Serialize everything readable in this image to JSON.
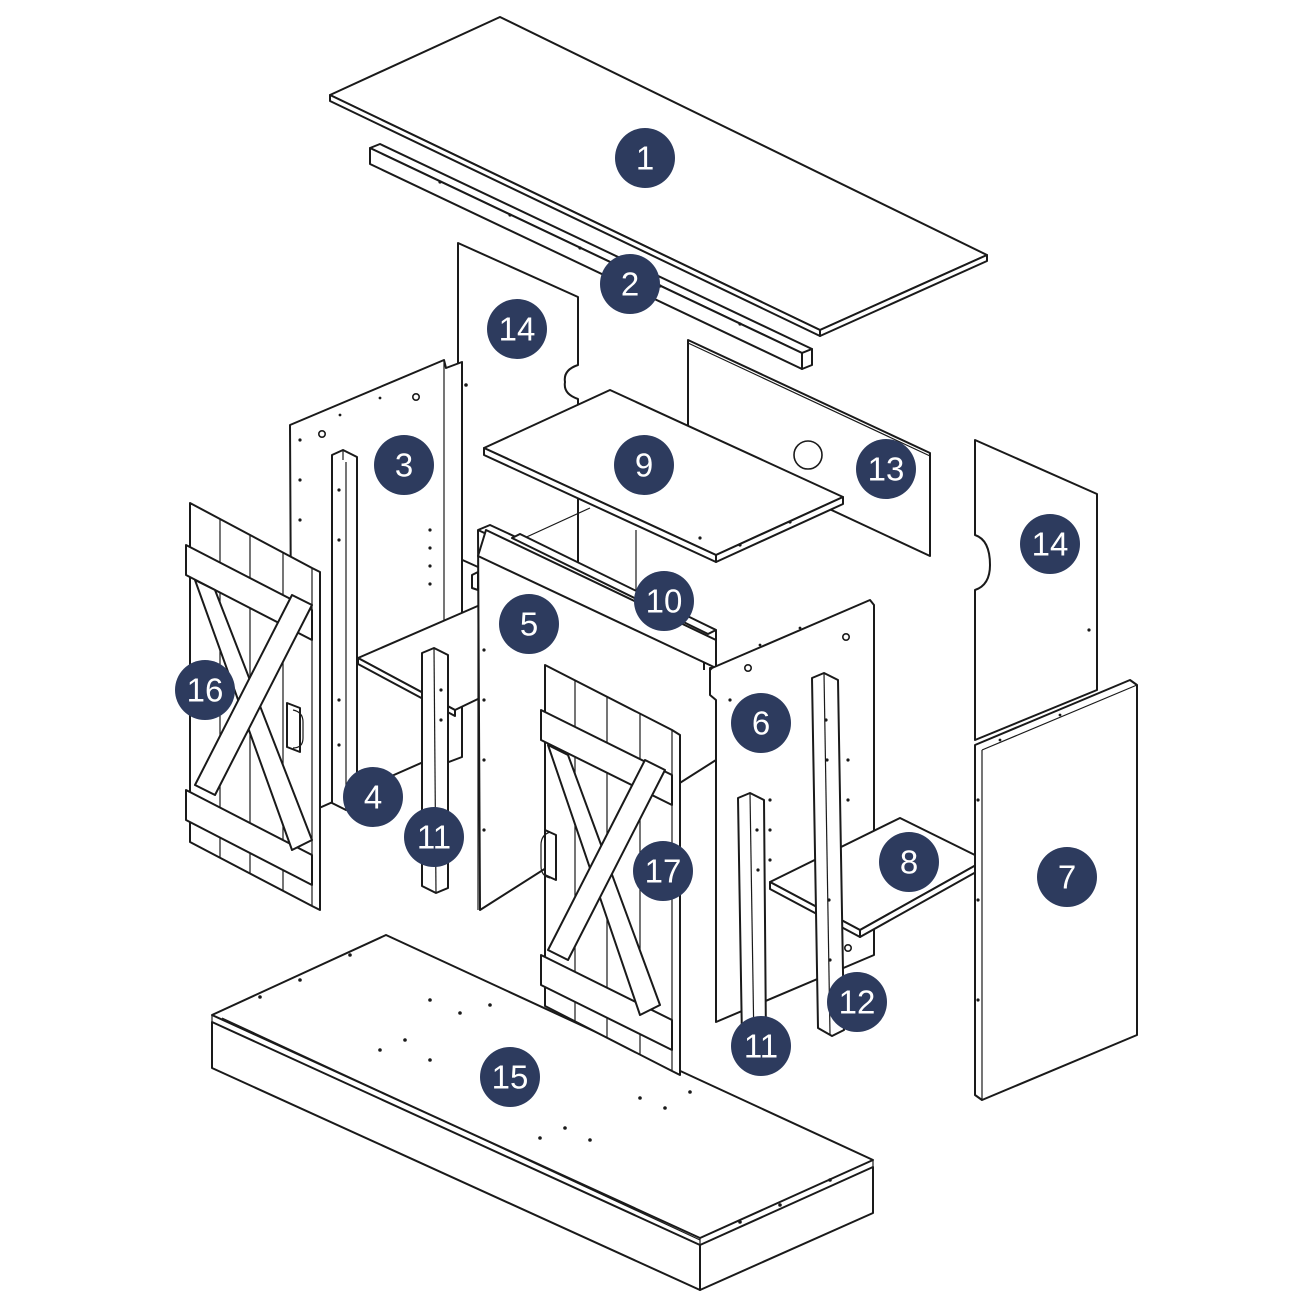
{
  "diagram": {
    "badge_color": "#2d3b5e",
    "line_color": "#1a1a1a",
    "background": "#ffffff",
    "parts": [
      {
        "id": "part-1",
        "label": "1"
      },
      {
        "id": "part-2",
        "label": "2"
      },
      {
        "id": "part-3",
        "label": "3"
      },
      {
        "id": "part-4",
        "label": "4"
      },
      {
        "id": "part-5",
        "label": "5"
      },
      {
        "id": "part-6",
        "label": "6"
      },
      {
        "id": "part-7",
        "label": "7"
      },
      {
        "id": "part-8",
        "label": "8"
      },
      {
        "id": "part-9",
        "label": "9"
      },
      {
        "id": "part-10",
        "label": "10"
      },
      {
        "id": "part-11-left",
        "label": "11"
      },
      {
        "id": "part-11-right",
        "label": "11"
      },
      {
        "id": "part-12",
        "label": "12"
      },
      {
        "id": "part-13",
        "label": "13"
      },
      {
        "id": "part-14-left",
        "label": "14"
      },
      {
        "id": "part-14-right",
        "label": "14"
      },
      {
        "id": "part-15",
        "label": "15"
      },
      {
        "id": "part-16",
        "label": "16"
      },
      {
        "id": "part-17",
        "label": "17"
      }
    ]
  }
}
